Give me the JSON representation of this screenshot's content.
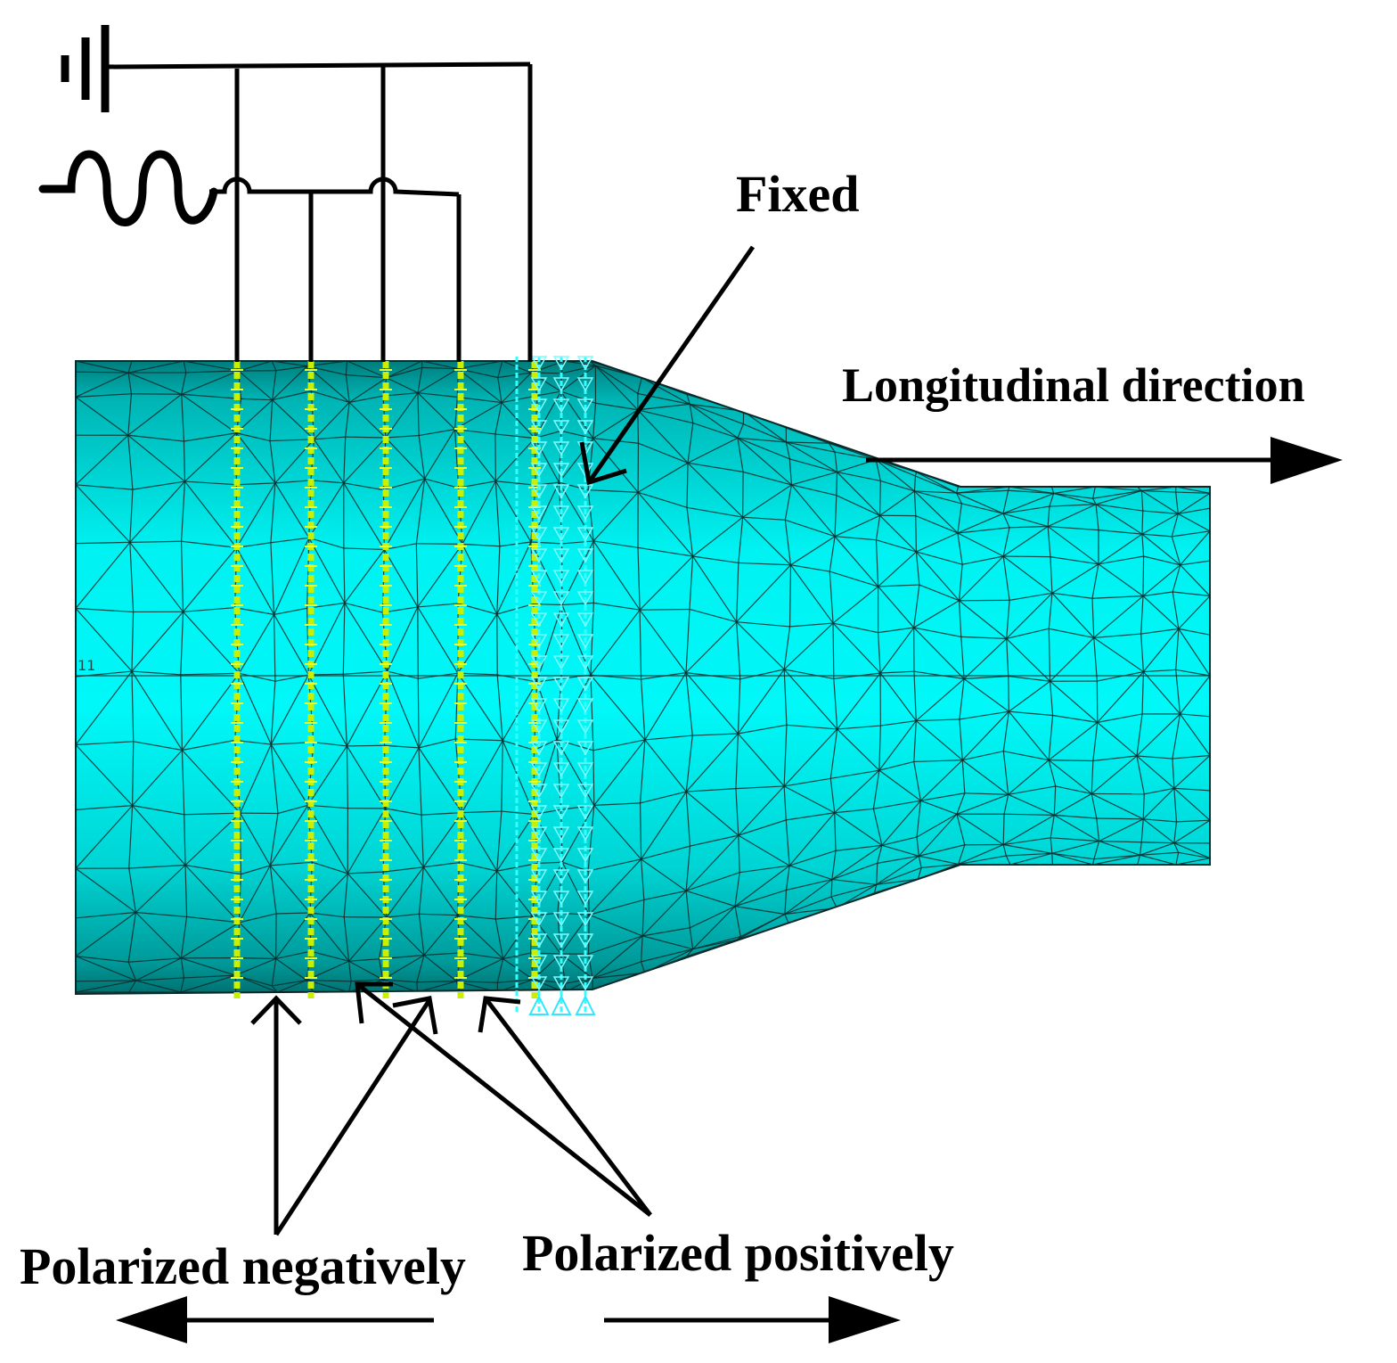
{
  "labels": {
    "fixed": "Fixed",
    "longitudinal": "Longitudinal direction",
    "neg": "Polarized negatively",
    "pos": "Polarized positively",
    "node_tag": "11"
  },
  "icons": {
    "ground": "ground-symbol-icon",
    "source": "ac-source-icon"
  },
  "colors": {
    "mesh_fill": "#00f0f0",
    "mesh_dark": "#00a8a8",
    "mesh_edge": "#0a2a2a",
    "electrode": "#c8f000",
    "constraint": "#33ffff",
    "wire": "#000000"
  }
}
